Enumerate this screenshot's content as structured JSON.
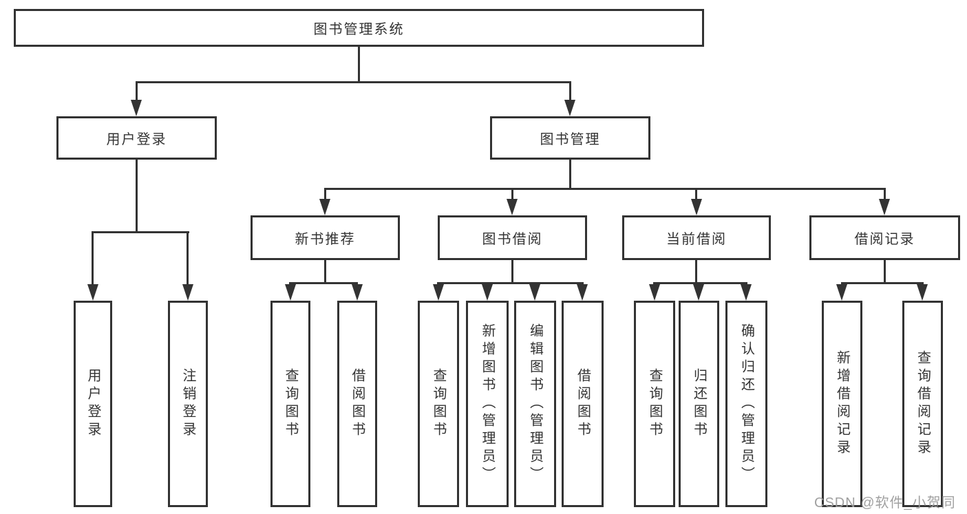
{
  "root": {
    "label": "图书管理系统"
  },
  "branches": [
    {
      "label": "用户登录",
      "children": [
        {
          "label": "用户登录"
        },
        {
          "label": "注销登录"
        }
      ]
    },
    {
      "label": "图书管理",
      "children": [
        {
          "label": "新书推荐",
          "children": [
            {
              "label": "查询图书"
            },
            {
              "label": "借阅图书"
            }
          ]
        },
        {
          "label": "图书借阅",
          "children": [
            {
              "label": "查询图书"
            },
            {
              "label": "新增图书（管理员）"
            },
            {
              "label": "编辑图书（管理员）"
            },
            {
              "label": "借阅图书"
            }
          ]
        },
        {
          "label": "当前借阅",
          "children": [
            {
              "label": "查询图书"
            },
            {
              "label": "归还图书"
            },
            {
              "label": "确认归还（管理员）"
            }
          ]
        },
        {
          "label": "借阅记录",
          "children": [
            {
              "label": "新增借阅记录"
            },
            {
              "label": "查询借阅记录"
            }
          ]
        }
      ]
    }
  ],
  "watermark": {
    "text": "CSDN @软件_小贺同学"
  },
  "colors": {
    "line": "#333333",
    "text": "#333333",
    "background": "#ffffff",
    "watermark": "#9b9b9b"
  }
}
